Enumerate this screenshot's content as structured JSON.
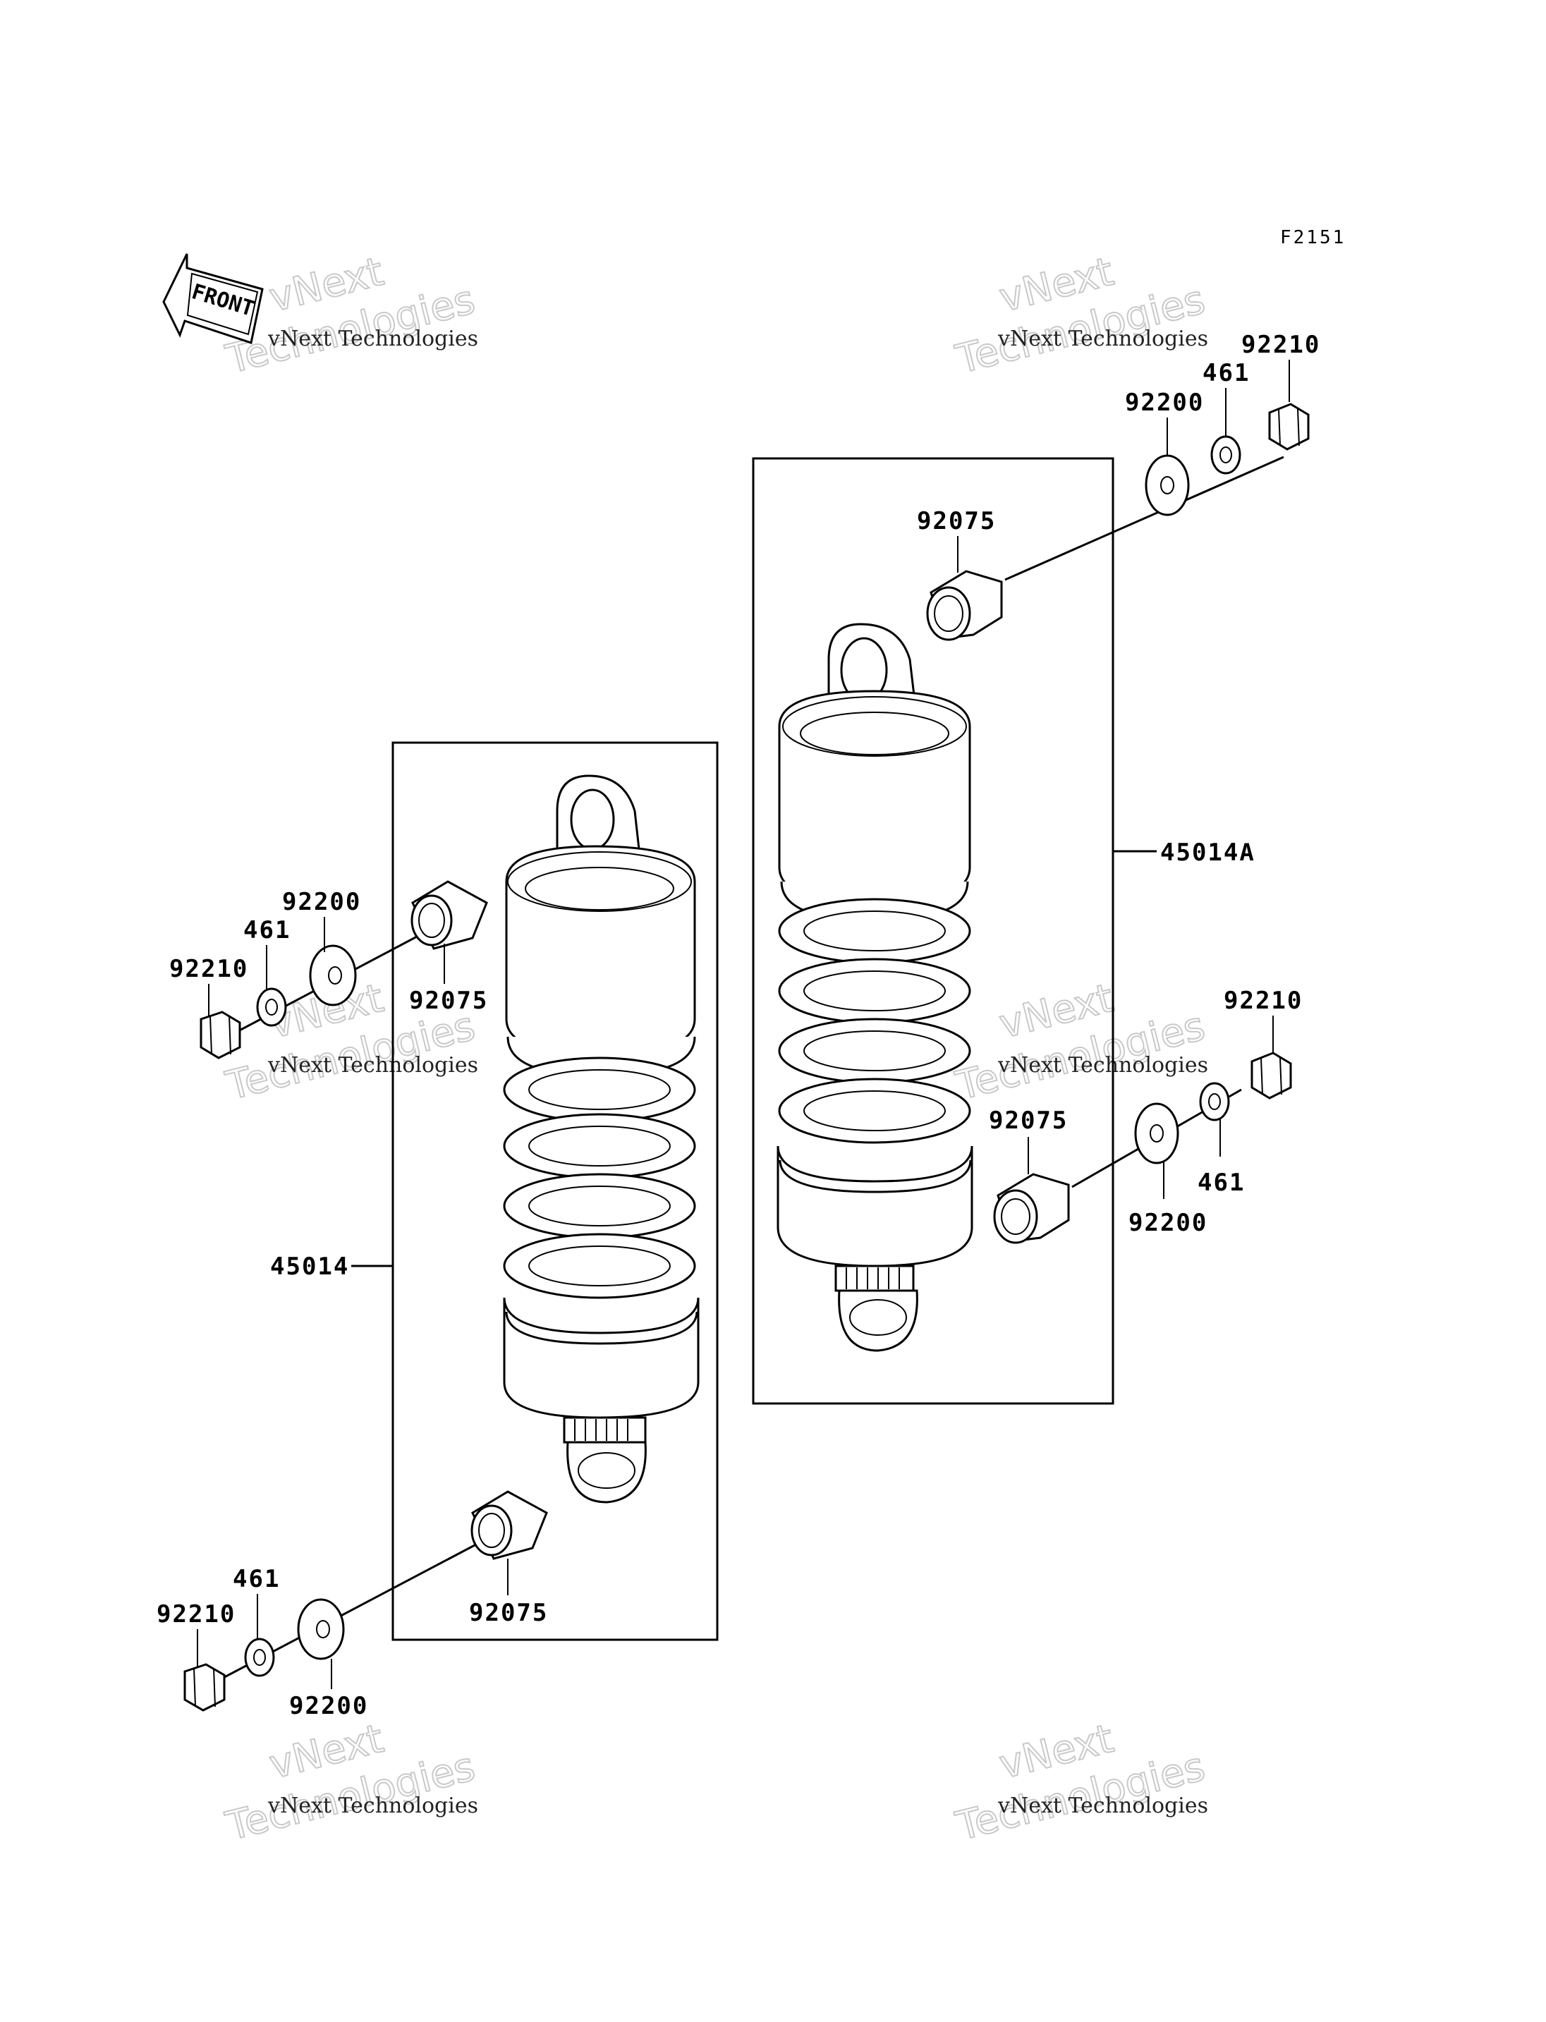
{
  "figure_code": "F2151",
  "front_label": "FRONT",
  "watermark": {
    "line1": "vNext",
    "line2": "Technologies",
    "caption": "vNext Technologies"
  },
  "assemblies": {
    "left": {
      "part_number": "45014",
      "top": {
        "nut": "92210",
        "lock_washer": "461",
        "washer": "92200",
        "collar": "92075"
      },
      "bottom": {
        "nut": "92210",
        "lock_washer": "461",
        "washer": "92200",
        "collar": "92075"
      }
    },
    "right": {
      "part_number": "45014A",
      "top": {
        "nut": "92210",
        "lock_washer": "461",
        "washer": "92200",
        "collar": "92075"
      },
      "bottom": {
        "nut": "92210",
        "lock_washer": "461",
        "washer": "92200",
        "collar": "92075"
      }
    }
  }
}
